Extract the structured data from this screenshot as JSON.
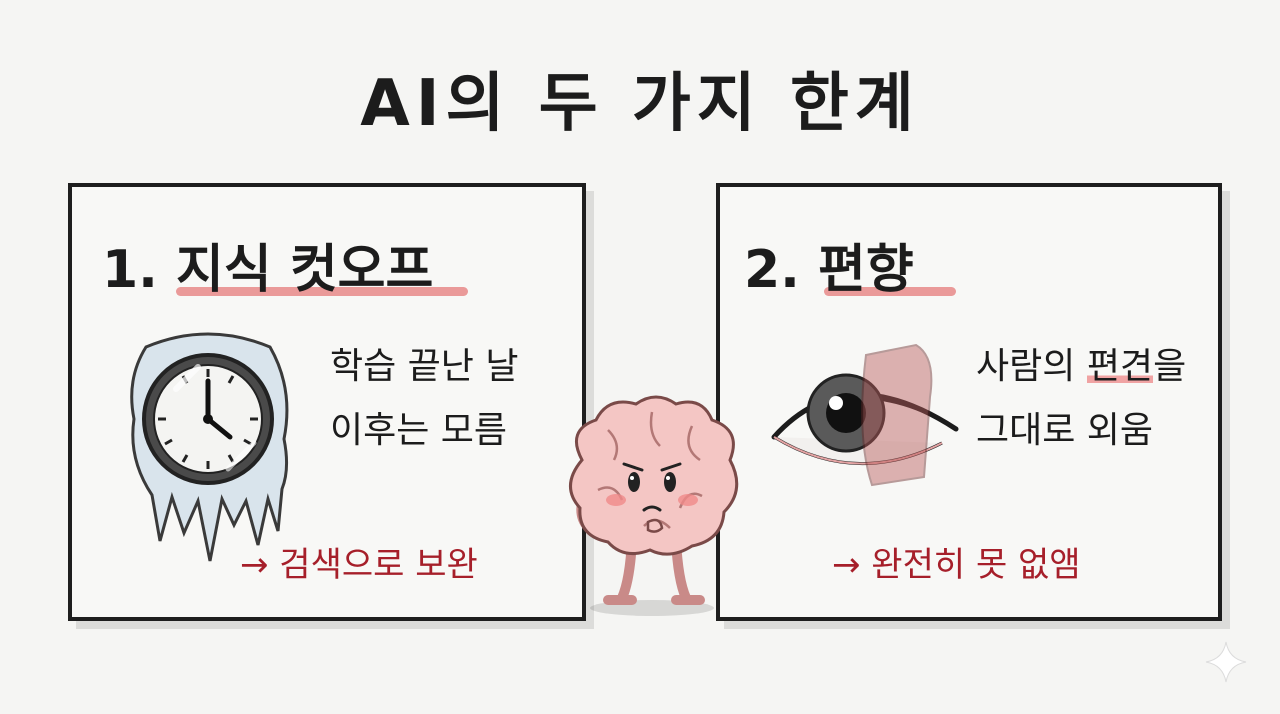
{
  "title": "AI의 두 가지 한계",
  "left_panel": {
    "heading": "1. 지식 컷오프",
    "lines": [
      "학습 끝난 날",
      "이후는 모름"
    ],
    "note": "→ 검색으로 보완",
    "illustration": "frozen-clock"
  },
  "right_panel": {
    "heading": "2. 편향",
    "line1_before": "사람의 ",
    "line1_highlight": "편견",
    "line1_after": "을",
    "line2": "그대로 외움",
    "note": "→ 완전히 못 없앰",
    "illustration": "tinted-eye"
  },
  "mascot": "worried-brain",
  "colors": {
    "ink": "#1c1c1c",
    "accent_red": "#a61f2a",
    "underline_pink": "#e88f8f",
    "brain_pink": "#f4c6c4",
    "ice_blue": "#cfdde8"
  }
}
